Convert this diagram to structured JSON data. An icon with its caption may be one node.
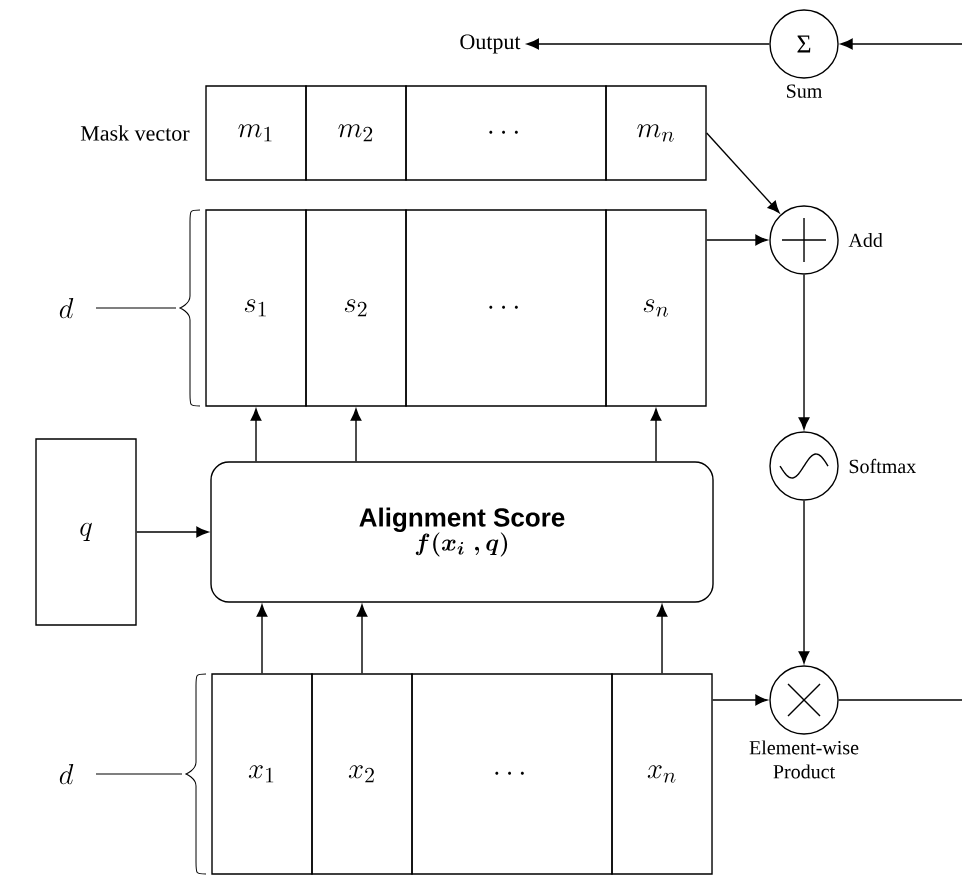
{
  "diagram": {
    "nodes": [
      {
        "text": [
          "Output"
        ]
      },
      {
        "text": [
          "Σ"
        ],
        "beside": [
          "Sum"
        ]
      },
      {
        "text": [
          "m_{1}"
        ]
      },
      {
        "text": [
          "m_{2}"
        ]
      },
      {
        "text": [
          "\\cdots"
        ]
      },
      {
        "text": [
          "m_{n}"
        ]
      },
      {
        "text": [
          "s_{1}"
        ]
      },
      {
        "text": [
          "s_{2}"
        ]
      },
      {
        "text": [
          "\\cdots"
        ]
      },
      {
        "text": [
          "s_{n}"
        ]
      },
      {
        "text": [],
        "shape": "circle",
        "beside": [
          "Add"
        ]
      },
      {
        "text": [],
        "shape": "circle",
        "beside": [
          "Softmax"
        ]
      },
      {
        "text": [
          "q"
        ]
      },
      {
        "text": [
          "Alignment Score",
          "f(x_{i}\\;,q)"
        ]
      },
      {
        "text": [
          "x_{1}"
        ]
      },
      {
        "text": [
          "x_{2}"
        ]
      },
      {
        "text": [
          "\\cdots"
        ]
      },
      {
        "text": [
          "x_{n}"
        ]
      },
      {
        "text": [],
        "shape": "circle",
        "beside": [
          "Element-wise Product"
        ]
      }
    ],
    "edges": [
      {
        "from": 1,
        "to": 0,
        "arrow": "to"
      },
      {
        "from": null,
        "to": 1,
        "arrow": "to"
      },
      {
        "from": 5,
        "to": 10,
        "arrow": "to"
      },
      {
        "from": 9,
        "to": 10,
        "arrow": "to"
      },
      {
        "from": 10,
        "to": 11,
        "arrow": "to"
      },
      {
        "from": 11,
        "to": 18,
        "arrow": "to"
      },
      {
        "from": 13,
        "to": 6,
        "arrow": "to"
      },
      {
        "from": 13,
        "to": 7,
        "arrow": "to"
      },
      {
        "from": 13,
        "to": 9,
        "arrow": "to"
      },
      {
        "from": 12,
        "to": 13,
        "arrow": "to"
      },
      {
        "from": 14,
        "to": 13,
        "arrow": "to"
      },
      {
        "from": 15,
        "to": 13,
        "arrow": "to"
      },
      {
        "from": 17,
        "to": 13,
        "arrow": "to"
      },
      {
        "from": 17,
        "to": 18,
        "arrow": "to"
      },
      {
        "from": 18,
        "to": null,
        "arrow": "none"
      }
    ],
    "labels": [
      "Mask vector",
      "d",
      "d"
    ]
  }
}
